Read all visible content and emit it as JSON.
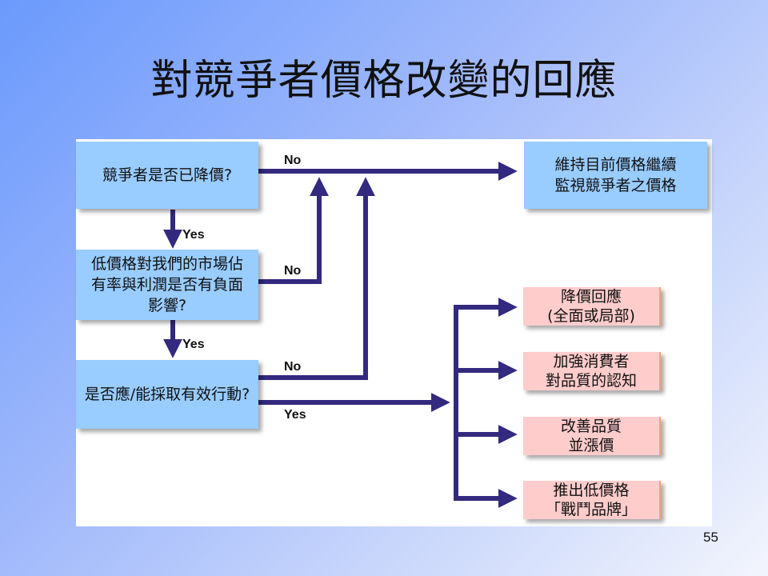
{
  "slide": {
    "title": "對競爭者價格改變的回應",
    "page_number": "55"
  },
  "flowchart": {
    "decisions": [
      {
        "id": "q1",
        "text": "競爭者是否已降價?"
      },
      {
        "id": "q2",
        "text": "低價格對我們的市場佔有率與利潤是否有負面影響?"
      },
      {
        "id": "q3",
        "text": "是否應/能採取有效行動?"
      }
    ],
    "hold_outcome": {
      "line1": "維持目前價格繼續",
      "line2": "監視競爭者之價格"
    },
    "responses": [
      {
        "line1": "降價回應",
        "line2": "(全面或局部)"
      },
      {
        "line1": "加強消費者",
        "line2": "對品質的認知"
      },
      {
        "line1": "改善品質",
        "line2": "並漲價"
      },
      {
        "line1": "推出低價格",
        "line2": "「戰鬥品牌」"
      }
    ],
    "edge_labels": {
      "q1_no": "No",
      "q1_yes": "Yes",
      "q2_no": "No",
      "q2_yes": "Yes",
      "q3_no": "No",
      "q3_yes": "Yes"
    },
    "colors": {
      "decision_box": "#99ccff",
      "response_box": "#ffcccc",
      "arrow": "#33297f"
    }
  }
}
